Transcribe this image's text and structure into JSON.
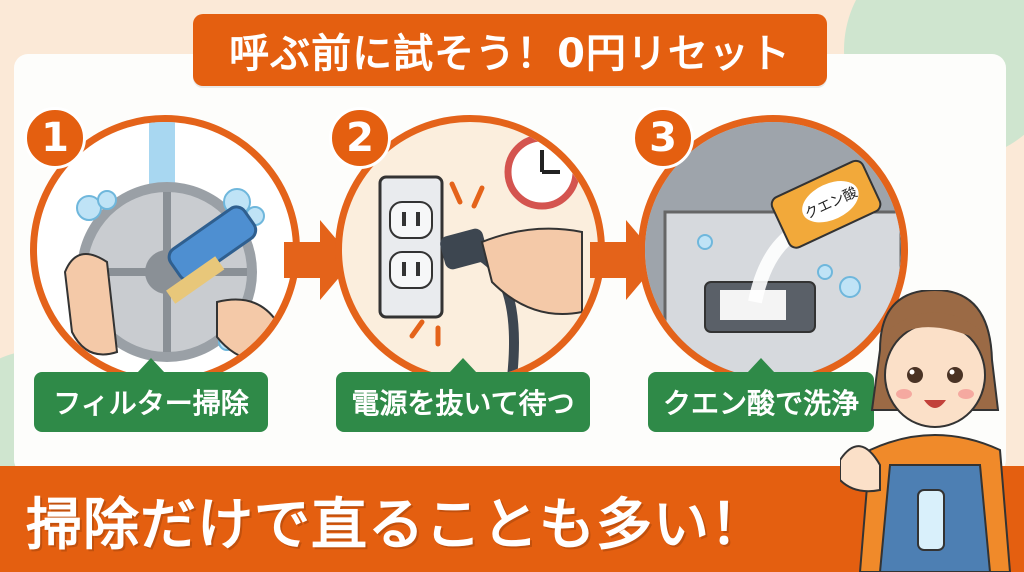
{
  "title": "呼ぶ前に試そう！0円リセット",
  "steps": [
    {
      "number": "1",
      "label": "フィルター掃除",
      "illustration": "filter-brush-washing"
    },
    {
      "number": "2",
      "label": "電源を抜いて待つ",
      "illustration": "unplug-outlet-clock"
    },
    {
      "number": "3",
      "label": "クエン酸で洗浄",
      "illustration": "citric-acid-pour",
      "container_label": "クエン酸"
    }
  ],
  "footer": {
    "message": "掃除だけで直ることも多い！"
  },
  "colors": {
    "accent_orange": "#e45f10",
    "label_green": "#2f8a48",
    "background": "#fbe9d7",
    "blob_green": "#cfe5cf"
  }
}
